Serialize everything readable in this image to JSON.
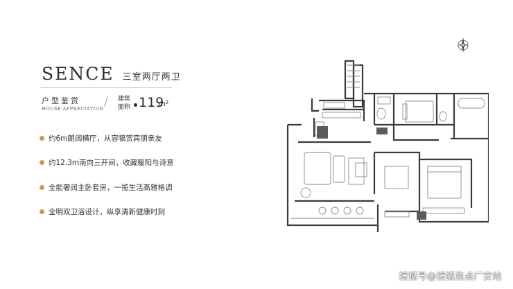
{
  "header": {
    "brand": "SENCE",
    "subtitle": "三室两厅两卫"
  },
  "unit_type": {
    "label_cn": "户型鉴赏",
    "label_en": "HOUSE APPRECIATION",
    "area_label_line1": "建筑",
    "area_label_line2": "面积",
    "area_value": "119",
    "area_unit": "m²"
  },
  "features": [
    "约6m朗阔横厅，从容犒赏宾朋亲友",
    "约12.3m南向三开间，收藏暖阳与诗意",
    "全能奢阔主卧套房，一揽生活高雅格调",
    "全明双卫浴设计，纵享清新健康时刻"
  ],
  "colors": {
    "accent_dot": "#c79a4a",
    "wall": "#3b3b3b",
    "furniture": "#8a8a8a"
  },
  "watermark": "搜狐号@搜狐焦点厂安站",
  "icons": {
    "compass": "compass-rose-icon"
  }
}
